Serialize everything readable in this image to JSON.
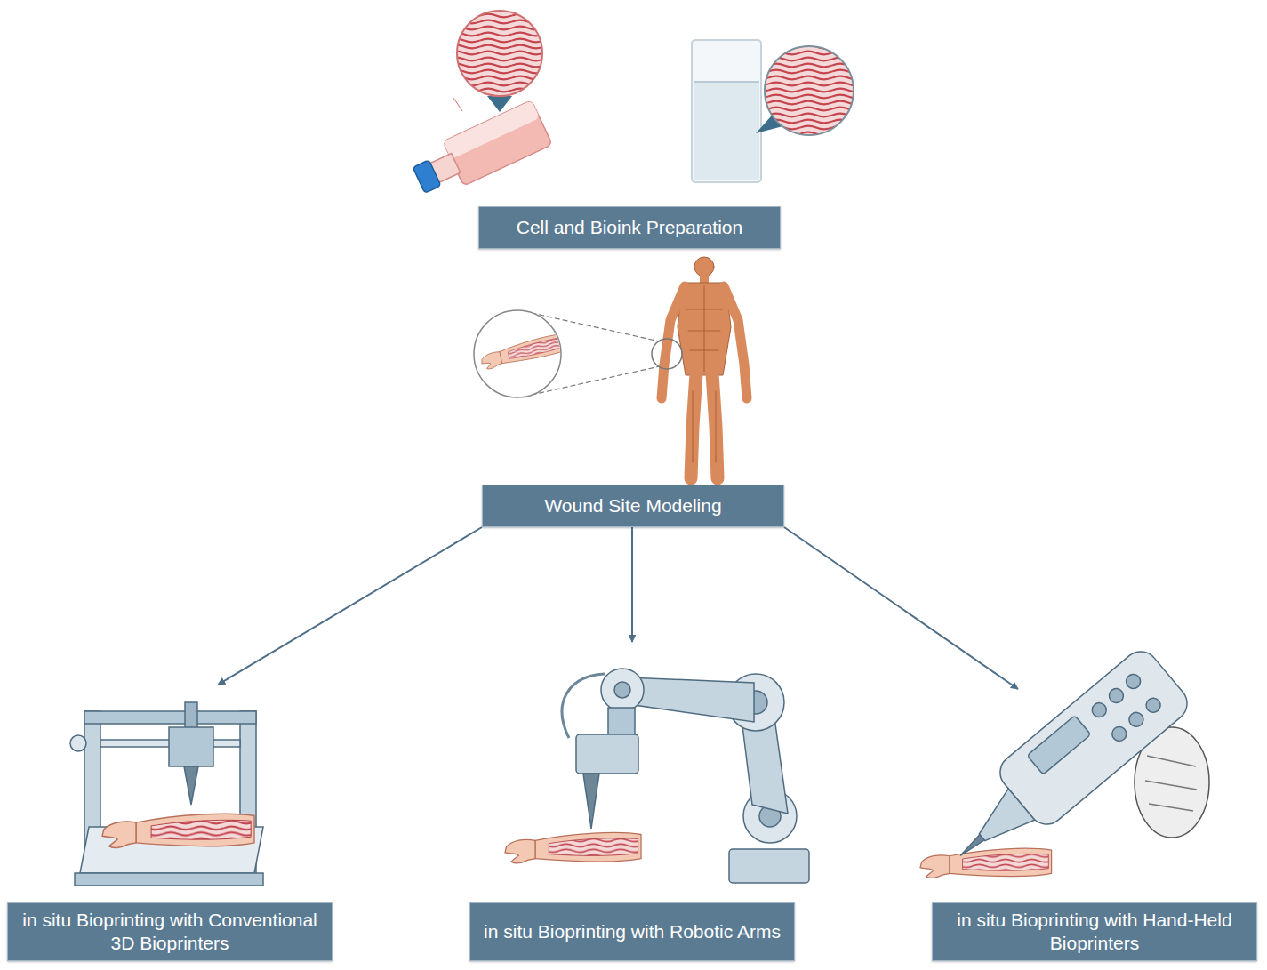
{
  "diagram": {
    "nodes": [
      {
        "text": [
          "Cell and Bioink Preparation"
        ]
      },
      {
        "text": [
          "Wound Site Modeling"
        ]
      },
      {
        "text": [
          "in situ Bioprinting with Conventional 3D Bioprinters"
        ]
      },
      {
        "text": [
          "in situ Bioprinting with Robotic Arms"
        ]
      },
      {
        "text": [
          "in situ Bioprinting with Hand-Held Bioprinters"
        ]
      }
    ],
    "edges": [
      {
        "from": 1,
        "to": 2,
        "arrow": "to"
      },
      {
        "from": 1,
        "to": 3,
        "arrow": "to"
      },
      {
        "from": 1,
        "to": 4,
        "arrow": "to"
      }
    ]
  }
}
